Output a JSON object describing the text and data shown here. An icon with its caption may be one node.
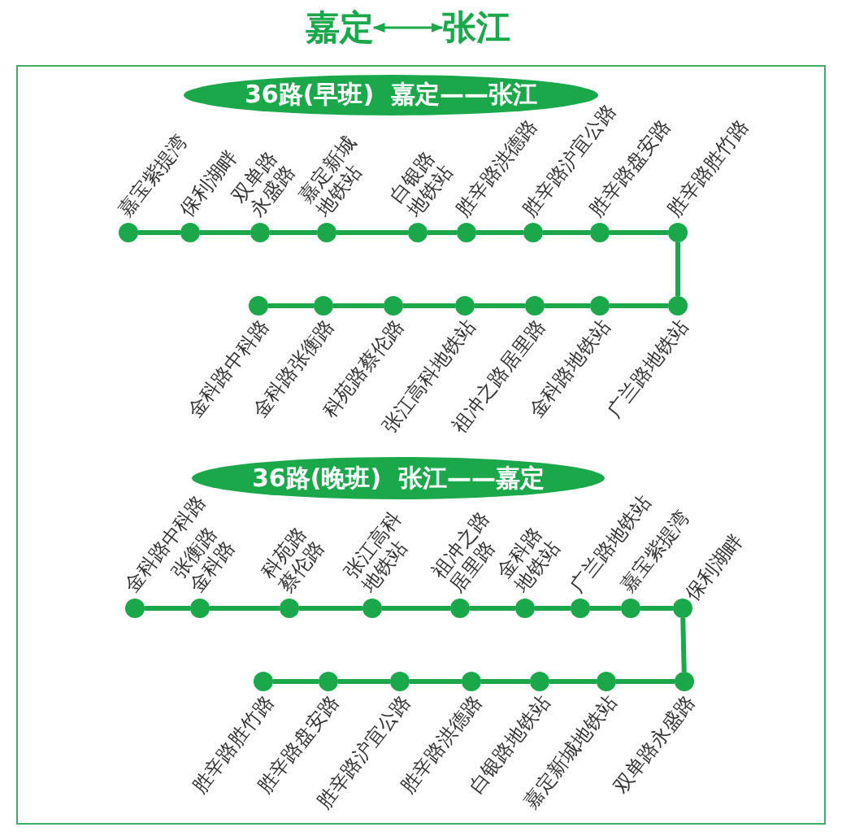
{
  "diagram": {
    "nodes": [
      {
        "text": [
          "嘉定"
        ]
      },
      {
        "text": [
          "张江"
        ]
      },
      {
        "text": [
          "36路(早班)  嘉定——张江"
        ]
      },
      {
        "text": [],
        "shape": "circle",
        "beside": [
          "嘉宝紫提湾"
        ]
      },
      {
        "text": [],
        "shape": "circle",
        "beside": [
          "保利湖畔"
        ]
      },
      {
        "text": [],
        "shape": "circle",
        "beside": [
          "双单路永盛路"
        ]
      },
      {
        "text": [],
        "shape": "circle",
        "beside": [
          "嘉定新城地铁站"
        ]
      },
      {
        "text": [],
        "shape": "circle",
        "beside": [
          "白银路地铁站"
        ]
      },
      {
        "text": [],
        "shape": "circle",
        "beside": [
          "胜辛路洪德路"
        ]
      },
      {
        "text": [],
        "shape": "circle",
        "beside": [
          "胜辛路沪宜公路"
        ]
      },
      {
        "text": [],
        "shape": "circle",
        "beside": [
          "胜辛路盘安路"
        ]
      },
      {
        "text": [],
        "shape": "circle",
        "beside": [
          "胜辛路胜竹路"
        ]
      },
      {
        "text": [],
        "shape": "circle",
        "beside": [
          "金科路中科路"
        ]
      },
      {
        "text": [],
        "shape": "circle",
        "beside": [
          "金科路张衡路"
        ]
      },
      {
        "text": [],
        "shape": "circle",
        "beside": [
          "科苑路蔡伦路"
        ]
      },
      {
        "text": [],
        "shape": "circle",
        "beside": [
          "张江高科地铁站"
        ]
      },
      {
        "text": [],
        "shape": "circle",
        "beside": [
          "祖冲之路居里路"
        ]
      },
      {
        "text": [],
        "shape": "circle",
        "beside": [
          "金科路地铁站"
        ]
      },
      {
        "text": [],
        "shape": "circle",
        "beside": [
          "广兰路地铁站"
        ]
      },
      {
        "text": [
          "36路(晚班)  张江——嘉定"
        ]
      },
      {
        "text": [],
        "shape": "circle",
        "beside": [
          "金科路中科路"
        ]
      },
      {
        "text": [],
        "shape": "circle",
        "beside": [
          "张衡路金科路"
        ]
      },
      {
        "text": [],
        "shape": "circle",
        "beside": [
          "科苑路蔡伦路"
        ]
      },
      {
        "text": [],
        "shape": "circle",
        "beside": [
          "张江高科地铁站"
        ]
      },
      {
        "text": [],
        "shape": "circle",
        "beside": [
          "祖冲之路居里路"
        ]
      },
      {
        "text": [],
        "shape": "circle",
        "beside": [
          "金科路地铁站"
        ]
      },
      {
        "text": [],
        "shape": "circle",
        "beside": [
          "广兰路地铁站"
        ]
      },
      {
        "text": [],
        "shape": "circle",
        "beside": [
          "嘉宝紫提湾"
        ]
      },
      {
        "text": [],
        "shape": "circle",
        "beside": [
          "保利湖畔"
        ]
      },
      {
        "text": [],
        "shape": "circle",
        "beside": [
          "胜辛路胜竹路"
        ]
      },
      {
        "text": [],
        "shape": "circle",
        "beside": [
          "胜辛路盘安路"
        ]
      },
      {
        "text": [],
        "shape": "circle",
        "beside": [
          "胜辛路沪宜公路"
        ]
      },
      {
        "text": [],
        "shape": "circle",
        "beside": [
          "胜辛路洪德路"
        ]
      },
      {
        "text": [],
        "shape": "circle",
        "beside": [
          "白银路地铁站"
        ]
      },
      {
        "text": [],
        "shape": "circle",
        "beside": [
          "嘉定新城地铁站"
        ]
      },
      {
        "text": [],
        "shape": "circle",
        "beside": [
          "双单路永盛路"
        ]
      }
    ],
    "edges": [
      {
        "from": 0,
        "to": 1,
        "arrow": "both"
      },
      {
        "from": 3,
        "to": 4,
        "arrow": "none"
      },
      {
        "from": 4,
        "to": 5,
        "arrow": "none"
      },
      {
        "from": 5,
        "to": 6,
        "arrow": "none"
      },
      {
        "from": 6,
        "to": 7,
        "arrow": "none"
      },
      {
        "from": 7,
        "to": 8,
        "arrow": "none"
      },
      {
        "from": 8,
        "to": 9,
        "arrow": "none"
      },
      {
        "from": 9,
        "to": 10,
        "arrow": "none"
      },
      {
        "from": 10,
        "to": 11,
        "arrow": "none"
      },
      {
        "from": 11,
        "to": 18,
        "arrow": "none"
      },
      {
        "from": 18,
        "to": 17,
        "arrow": "none"
      },
      {
        "from": 17,
        "to": 16,
        "arrow": "none"
      },
      {
        "from": 16,
        "to": 15,
        "arrow": "none"
      },
      {
        "from": 15,
        "to": 14,
        "arrow": "none"
      },
      {
        "from": 14,
        "to": 13,
        "arrow": "none"
      },
      {
        "from": 13,
        "to": 12,
        "arrow": "none"
      },
      {
        "from": 20,
        "to": 21,
        "arrow": "none"
      },
      {
        "from": 21,
        "to": 22,
        "arrow": "none"
      },
      {
        "from": 22,
        "to": 23,
        "arrow": "none"
      },
      {
        "from": 23,
        "to": 24,
        "arrow": "none"
      },
      {
        "from": 24,
        "to": 25,
        "arrow": "none"
      },
      {
        "from": 25,
        "to": 26,
        "arrow": "none"
      },
      {
        "from": 26,
        "to": 27,
        "arrow": "none"
      },
      {
        "from": 27,
        "to": 28,
        "arrow": "none"
      },
      {
        "from": 28,
        "to": 35,
        "arrow": "none"
      },
      {
        "from": 35,
        "to": 34,
        "arrow": "none"
      },
      {
        "from": 34,
        "to": 33,
        "arrow": "none"
      },
      {
        "from": 33,
        "to": 32,
        "arrow": "none"
      },
      {
        "from": 32,
        "to": 31,
        "arrow": "none"
      },
      {
        "from": 31,
        "to": 30,
        "arrow": "none"
      },
      {
        "from": 30,
        "to": 29,
        "arrow": "none"
      }
    ]
  }
}
